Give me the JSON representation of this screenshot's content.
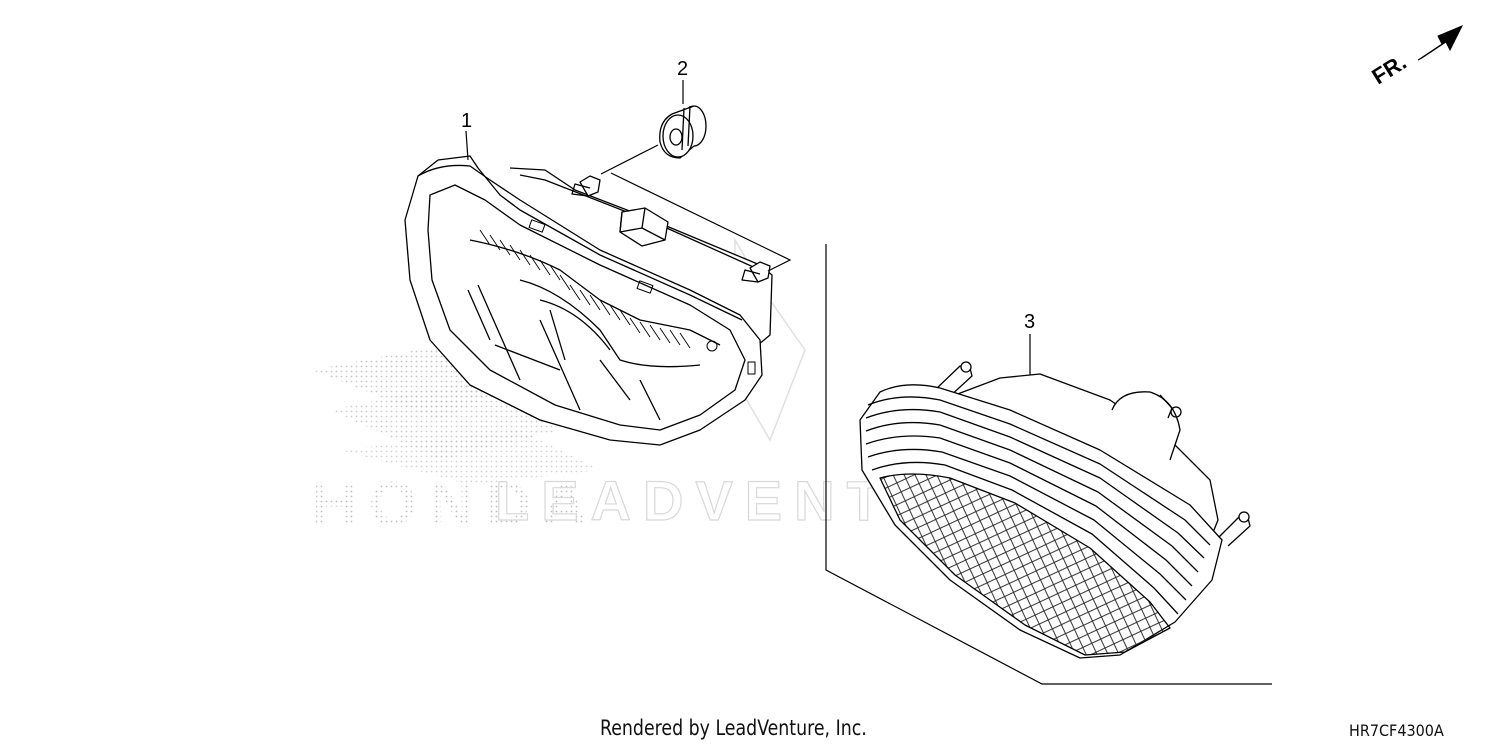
{
  "callouts": [
    {
      "number": "1"
    },
    {
      "number": "2"
    },
    {
      "number": "3"
    }
  ],
  "direction_marker": {
    "label": "FR.",
    "icon": "arrow-icon"
  },
  "footer": {
    "credit": "Rendered by LeadVenture, Inc.",
    "diagram_code": "HR7CF4300A"
  },
  "watermark": {
    "brand_text": "HONDA",
    "vendor_text": "LEADVENTURE"
  },
  "colors": {
    "line": "#000000",
    "watermark": "#d0d0d0"
  }
}
